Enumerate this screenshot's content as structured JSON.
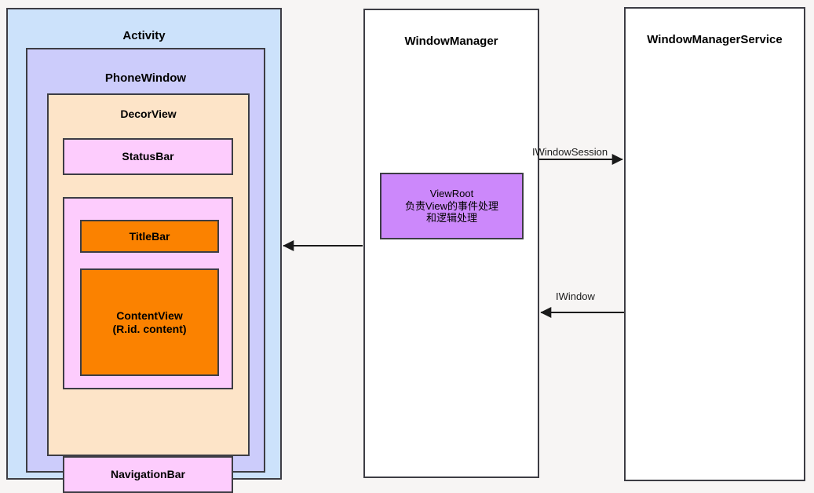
{
  "diagram": {
    "title_hidden": "Android Window Hierarchy",
    "background_color": "#f7f5f4",
    "stroke_color": "#3d3d44"
  },
  "activity": {
    "label": "Activity",
    "color": "#cce2fb",
    "phonewindow": {
      "label": "PhoneWindow",
      "color": "#ccccfb",
      "decorview": {
        "label": "DecorView",
        "color": "#fde4c8",
        "statusbar": {
          "label": "StatusBar",
          "color": "#fdccfd"
        },
        "content_wrapper": {
          "color": "#fdccfd",
          "titlebar": {
            "label": "TitleBar",
            "color": "#fb8200"
          },
          "contentview": {
            "label_line1": "ContentView",
            "label_line2": "(R.id. content)",
            "color": "#fb8200"
          }
        },
        "navigationbar": {
          "label": "NavigationBar",
          "color": "#fdccfd"
        }
      }
    }
  },
  "windowmanager": {
    "label": "WindowManager",
    "color": "#ffffff",
    "viewroot": {
      "label_line1": "ViewRoot",
      "label_line2": "负责View的事件处理",
      "label_line3": "和逻辑处理",
      "color": "#cc88fb"
    }
  },
  "windowmanagerservice": {
    "label": "WindowManagerService",
    "color": "#ffffff"
  },
  "edges": [
    {
      "name": "iwindowsession",
      "label": "IWindowSession",
      "from": "WindowManager",
      "to": "WindowManagerService",
      "direction": "right"
    },
    {
      "name": "iwindow",
      "label": "IWindow",
      "from": "WindowManagerService",
      "to": "WindowManager",
      "direction": "left"
    },
    {
      "name": "windowmanager-to-activity",
      "label": "",
      "from": "WindowManager",
      "to": "Activity",
      "direction": "left"
    }
  ]
}
